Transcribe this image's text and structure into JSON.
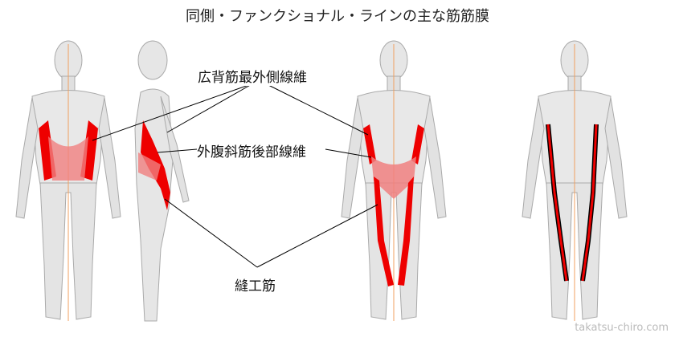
{
  "title": "同側・ファンクショナル・ラインの主な筋筋膜",
  "labels": {
    "latissimus": "広背筋最外側線維",
    "oblique": "外腹斜筋後部線維",
    "sartorius": "縫工筋"
  },
  "watermark": "takatsu-chiro.com",
  "colors": {
    "muscle": "#ee0000",
    "muscle_light": "#f08080",
    "body": "#e4e4e4",
    "midline": "#f0a060"
  }
}
